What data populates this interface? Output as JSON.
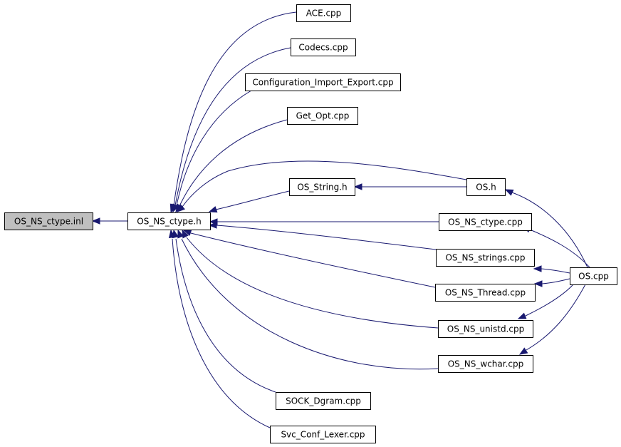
{
  "diagram": {
    "colors": {
      "edge": "#191970",
      "node_border": "#000000",
      "node_fill": "#ffffff",
      "root_fill": "#bfbfbf"
    },
    "nodes": [
      {
        "id": "os_ns_ctype_inl",
        "label": "OS_NS_ctype.inl",
        "root": true
      },
      {
        "id": "os_ns_ctype_h",
        "label": "OS_NS_ctype.h"
      },
      {
        "id": "ace_cpp",
        "label": "ACE.cpp"
      },
      {
        "id": "codecs_cpp",
        "label": "Codecs.cpp"
      },
      {
        "id": "config_cpp",
        "label": "Configuration_Import_Export.cpp"
      },
      {
        "id": "get_opt_cpp",
        "label": "Get_Opt.cpp"
      },
      {
        "id": "os_string_h",
        "label": "OS_String.h"
      },
      {
        "id": "os_h",
        "label": "OS.h"
      },
      {
        "id": "os_ns_ctype_cpp",
        "label": "OS_NS_ctype.cpp"
      },
      {
        "id": "os_ns_strings_cpp",
        "label": "OS_NS_strings.cpp"
      },
      {
        "id": "os_ns_thread_cpp",
        "label": "OS_NS_Thread.cpp"
      },
      {
        "id": "os_ns_unistd_cpp",
        "label": "OS_NS_unistd.cpp"
      },
      {
        "id": "os_ns_wchar_cpp",
        "label": "OS_NS_wchar.cpp"
      },
      {
        "id": "os_cpp",
        "label": "OS.cpp"
      },
      {
        "id": "sock_dgram_cpp",
        "label": "SOCK_Dgram.cpp"
      },
      {
        "id": "svc_conf_lexer_cpp",
        "label": "Svc_Conf_Lexer.cpp"
      }
    ],
    "edges": [
      {
        "from": "os_ns_ctype_h",
        "to": "os_ns_ctype_inl"
      },
      {
        "from": "ace_cpp",
        "to": "os_ns_ctype_h"
      },
      {
        "from": "codecs_cpp",
        "to": "os_ns_ctype_h"
      },
      {
        "from": "config_cpp",
        "to": "os_ns_ctype_h"
      },
      {
        "from": "get_opt_cpp",
        "to": "os_ns_ctype_h"
      },
      {
        "from": "os_h",
        "to": "os_ns_ctype_h"
      },
      {
        "from": "os_string_h",
        "to": "os_ns_ctype_h"
      },
      {
        "from": "os_ns_ctype_cpp",
        "to": "os_ns_ctype_h"
      },
      {
        "from": "os_ns_strings_cpp",
        "to": "os_ns_ctype_h"
      },
      {
        "from": "os_ns_thread_cpp",
        "to": "os_ns_ctype_h"
      },
      {
        "from": "os_ns_unistd_cpp",
        "to": "os_ns_ctype_h"
      },
      {
        "from": "os_ns_wchar_cpp",
        "to": "os_ns_ctype_h"
      },
      {
        "from": "sock_dgram_cpp",
        "to": "os_ns_ctype_h"
      },
      {
        "from": "svc_conf_lexer_cpp",
        "to": "os_ns_ctype_h"
      },
      {
        "from": "os_h",
        "to": "os_string_h"
      },
      {
        "from": "os_cpp",
        "to": "os_h"
      },
      {
        "from": "os_cpp",
        "to": "os_ns_ctype_cpp"
      },
      {
        "from": "os_cpp",
        "to": "os_ns_strings_cpp"
      },
      {
        "from": "os_cpp",
        "to": "os_ns_thread_cpp"
      },
      {
        "from": "os_cpp",
        "to": "os_ns_unistd_cpp"
      },
      {
        "from": "os_cpp",
        "to": "os_ns_wchar_cpp"
      }
    ]
  }
}
